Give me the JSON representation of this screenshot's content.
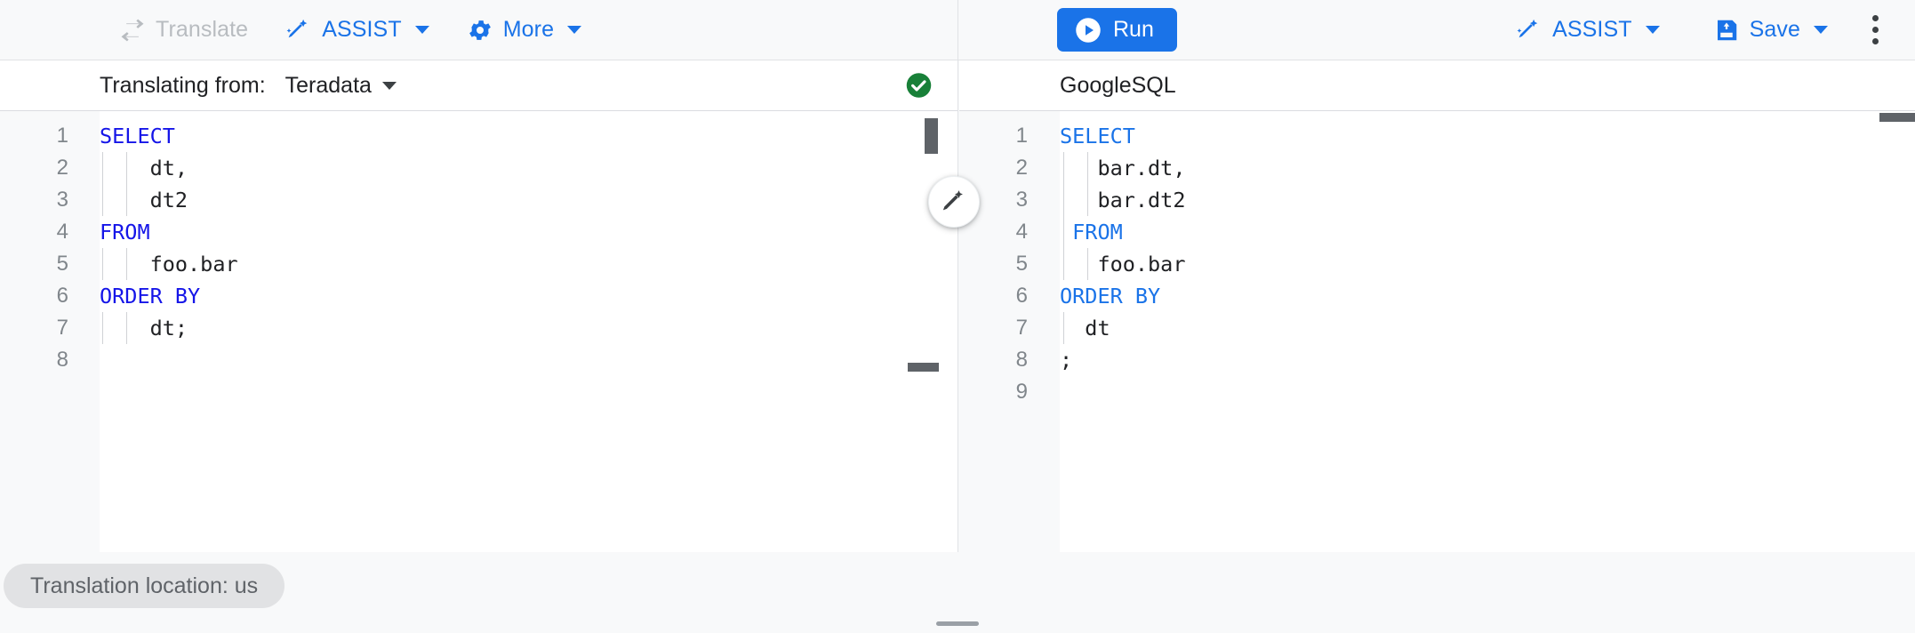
{
  "toolbar": {
    "left": [
      {
        "name": "translate",
        "label": "Translate",
        "icon": "translate-icon",
        "disabled": true,
        "caret": false
      },
      {
        "name": "assist",
        "label": "ASSIST",
        "icon": "magic-pencil-icon",
        "disabled": false,
        "caret": true
      },
      {
        "name": "more",
        "label": "More",
        "icon": "gear-icon",
        "disabled": false,
        "caret": true
      }
    ],
    "right": {
      "run_label": "Run",
      "assist_label": "ASSIST",
      "save_label": "Save",
      "overflow_icon": "kebab-menu-icon"
    }
  },
  "colors": {
    "accent": "#1a73e8",
    "success": "#188038",
    "keyword_left": "#1515e8",
    "keyword_right": "#1a73e8",
    "gutter_bg": "#f8f9fa",
    "text": "#202124",
    "muted": "#5f6368"
  },
  "left_pane": {
    "header_label": "Translating from:",
    "dialect": "Teradata",
    "status_icon": "check-circle-icon",
    "info_icon": "info-icon",
    "lines": [
      {
        "n": "1",
        "segments": [
          {
            "t": "SELECT",
            "kw": true
          }
        ],
        "squiggly": true,
        "indent": 0
      },
      {
        "n": "2",
        "segments": [
          {
            "t": "    dt,",
            "kw": false
          }
        ],
        "squiggly": false,
        "indent": 2
      },
      {
        "n": "3",
        "segments": [
          {
            "t": "    dt2",
            "kw": false
          }
        ],
        "squiggly": false,
        "indent": 2
      },
      {
        "n": "4",
        "segments": [
          {
            "t": "FROM",
            "kw": true
          }
        ],
        "squiggly": false,
        "indent": 0
      },
      {
        "n": "5",
        "segments": [
          {
            "t": "    foo.bar",
            "kw": false
          }
        ],
        "squiggly": false,
        "indent": 2
      },
      {
        "n": "6",
        "segments": [
          {
            "t": "ORDER BY",
            "kw": true
          }
        ],
        "squiggly": false,
        "indent": 0
      },
      {
        "n": "7",
        "segments": [
          {
            "t": "    dt;",
            "kw": false
          }
        ],
        "squiggly": false,
        "indent": 2
      },
      {
        "n": "8",
        "segments": [
          {
            "t": "",
            "kw": false
          }
        ],
        "squiggly": false,
        "indent": 0
      }
    ]
  },
  "right_pane": {
    "dialect": "GoogleSQL",
    "lines": [
      {
        "n": "1",
        "segments": [
          {
            "t": "SELECT",
            "kw": true
          }
        ],
        "squiggly": false,
        "indent": 0
      },
      {
        "n": "2",
        "segments": [
          {
            "t": "   bar.dt,",
            "kw": false
          }
        ],
        "squiggly": false,
        "indent": 2
      },
      {
        "n": "3",
        "segments": [
          {
            "t": "   bar.dt2",
            "kw": false
          }
        ],
        "squiggly": false,
        "indent": 2
      },
      {
        "n": "4",
        "segments": [
          {
            "t": " FROM",
            "kw": true
          }
        ],
        "squiggly": false,
        "indent": 1
      },
      {
        "n": "5",
        "segments": [
          {
            "t": "   foo.bar",
            "kw": false
          }
        ],
        "squiggly": false,
        "indent": 2
      },
      {
        "n": "6",
        "segments": [
          {
            "t": "ORDER BY",
            "kw": true
          }
        ],
        "squiggly": false,
        "indent": 0
      },
      {
        "n": "7",
        "segments": [
          {
            "t": "  dt",
            "kw": false
          }
        ],
        "squiggly": false,
        "indent": 1
      },
      {
        "n": "8",
        "segments": [
          {
            "t": ";",
            "kw": false
          }
        ],
        "squiggly": false,
        "indent": 0
      },
      {
        "n": "9",
        "segments": [
          {
            "t": "",
            "kw": false
          }
        ],
        "squiggly": false,
        "indent": 0
      }
    ]
  },
  "assist_fab": {
    "icon": "magic-pencil-icon",
    "tooltip": "ASSIST"
  },
  "footer": {
    "location_chip": "Translation location: us"
  }
}
